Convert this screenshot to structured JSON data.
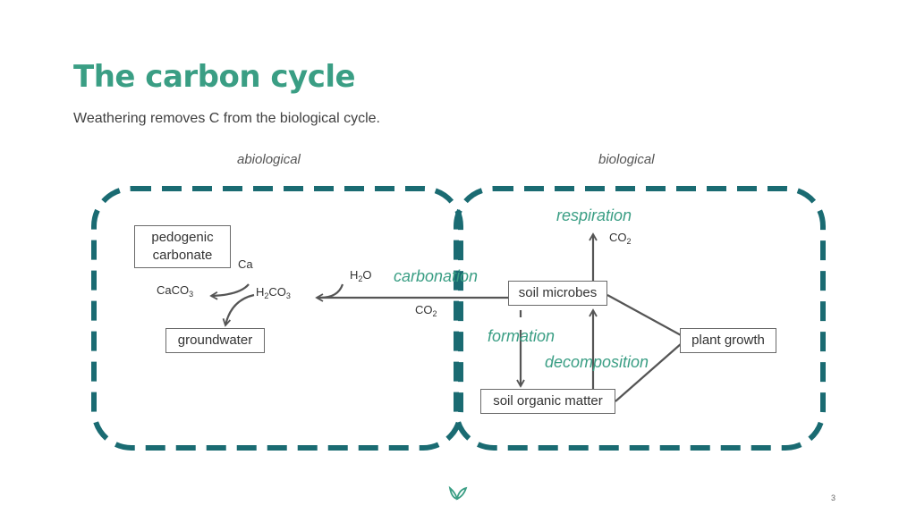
{
  "title": "The carbon cycle",
  "subtitle": "Weathering removes C from the biological cycle.",
  "regions": {
    "left_label": "abiological",
    "right_label": "biological"
  },
  "boxes": {
    "pedogenic_line1": "pedogenic",
    "pedogenic_line2": "carbonate",
    "groundwater": "groundwater",
    "soil_microbes": "soil microbes",
    "plant_growth": "plant growth",
    "soil_organic_matter": "soil organic matter"
  },
  "processes": {
    "respiration": "respiration",
    "carbonation": "carbonation",
    "formation": "formation",
    "decomposition": "decomposition"
  },
  "chemistry": {
    "ca": "Ca",
    "caco3_base": "CaCO",
    "caco3_sub": "3",
    "h2co3_h": "H",
    "h2co3_sub1": "2",
    "h2co3_co": "CO",
    "h2co3_sub2": "3",
    "h2o_h": "H",
    "h2o_sub": "2",
    "h2o_o": "O",
    "co2_resp_base": "CO",
    "co2_resp_sub": "2",
    "co2_carb_base": "CO",
    "co2_carb_sub": "2"
  },
  "colors": {
    "accent": "#3a9e84",
    "teal_dash": "#1a6b72",
    "arrow": "#555555"
  },
  "page_number": "3",
  "logo_icon": "leaf-logo-icon"
}
